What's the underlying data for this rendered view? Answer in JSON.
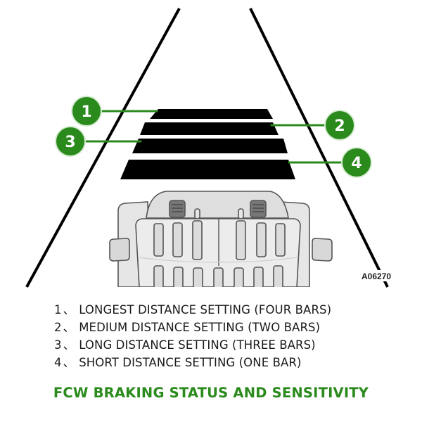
{
  "diagram": {
    "reference_code": "A06270",
    "callouts": [
      {
        "number": "1",
        "bars": 4
      },
      {
        "number": "2",
        "bars": 2
      },
      {
        "number": "3",
        "bars": 3
      },
      {
        "number": "4",
        "bars": 1
      }
    ],
    "colors": {
      "callout_fill": "#2a8a1c",
      "callout_ring": "#d7ecd2",
      "bar": "#000000",
      "road_line": "#000000",
      "vehicle_fill": "#e6e6e6",
      "vehicle_stroke": "#555555"
    }
  },
  "legend": {
    "items": [
      {
        "number": "1",
        "separator": "、",
        "text": "LONGEST DISTANCE SETTING (FOUR BARS)"
      },
      {
        "number": "2",
        "separator": "、",
        "text": "MEDIUM DISTANCE SETTING (TWO BARS)"
      },
      {
        "number": "3",
        "separator": "、",
        "text": "LONG DISTANCE SETTING (THREE BARS)"
      },
      {
        "number": "4",
        "separator": "、",
        "text": "SHORT DISTANCE SETTING (ONE BAR)"
      }
    ]
  },
  "caption": {
    "text": "FCW BRAKING STATUS AND SENSITIVITY",
    "color": "#2a8a1c"
  }
}
